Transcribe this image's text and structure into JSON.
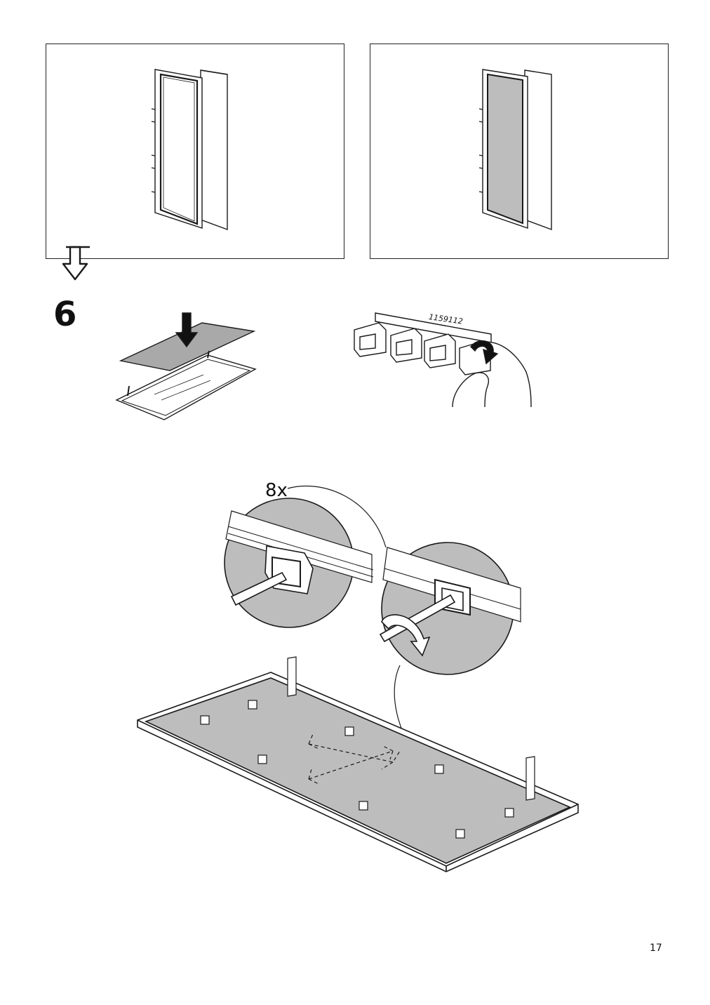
{
  "step": {
    "number": "6"
  },
  "parts": {
    "part_number": "1159112"
  },
  "quantity": {
    "label": "8x"
  },
  "page": {
    "number": "17"
  },
  "colors": {
    "line": "#1a1a1a",
    "fill_gray": "#bdbdbd",
    "background": "#ffffff"
  },
  "icons": [
    "cabinet-with-glass-door",
    "cabinet-with-gray-door",
    "continue-arrow-icon",
    "down-arrow-icon",
    "rotate-arrow-icon",
    "screwdriver",
    "clip-bracket",
    "hand"
  ]
}
